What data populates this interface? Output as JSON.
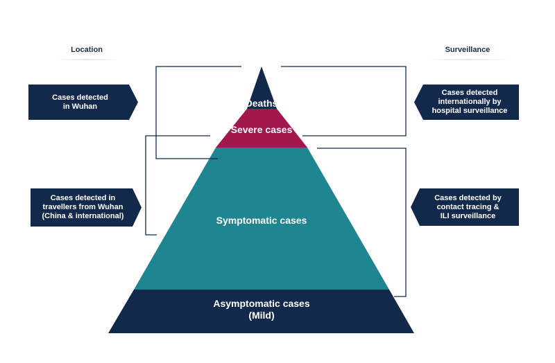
{
  "headers": {
    "location": "Location",
    "surveillance": "Surveillance"
  },
  "pyramid": {
    "tiers": [
      {
        "label": "Deaths",
        "color": "#13294b"
      },
      {
        "label": "Severe cases",
        "color": "#a3174f"
      },
      {
        "label": "Symptomatic cases",
        "color": "#1e8591"
      },
      {
        "label": "Asymptomatic cases\n(Mild)",
        "color": "#13294b"
      }
    ]
  },
  "location_callouts": [
    {
      "text": "Cases detected\nin  Wuhan"
    },
    {
      "text": "Cases detected in\ntravellers from Wuhan\n(China & international)"
    }
  ],
  "surveillance_callouts": [
    {
      "text": "Cases detected\ninternationally by\nhospital surveillance"
    },
    {
      "text": "Cases detected by\ncontact tracing &\nILI surveillance"
    }
  ],
  "colors": {
    "navy": "#13294b",
    "crimson": "#a3174f",
    "teal": "#1e8591",
    "bracket": "#13294b"
  }
}
